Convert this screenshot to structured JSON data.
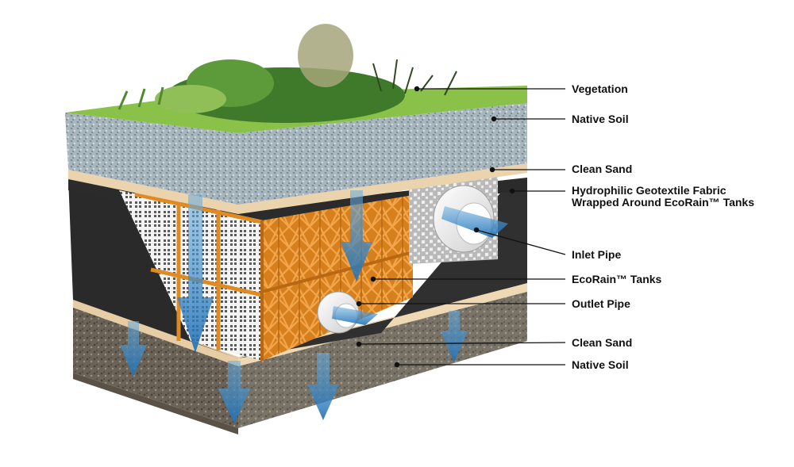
{
  "labels": {
    "vegetation": "Vegetation",
    "native_soil_top": "Native Soil",
    "clean_sand_top": "Clean Sand",
    "geotextile_line1": "Hydrophilic Geotextile Fabric",
    "geotextile_line2": "Wrapped Around EcoRain™ Tanks",
    "inlet_pipe": "Inlet Pipe",
    "ecorain_tanks": "EcoRain™ Tanks",
    "outlet_pipe": "Outlet Pipe",
    "clean_sand_bottom": "Clean Sand",
    "native_soil_bottom": "Native Soil"
  },
  "colors": {
    "grass": "#8ac148",
    "gravel": "#a9b9bf",
    "sand": "#e7cfa8",
    "fabric": "#2d2d2d",
    "tank": "#e08a22",
    "tank_cut": "#f1f1f1",
    "soil": "#6f665a",
    "water_arrow": "#3b86c6",
    "pipe": "#f2f2f2",
    "leader": "#111111"
  }
}
